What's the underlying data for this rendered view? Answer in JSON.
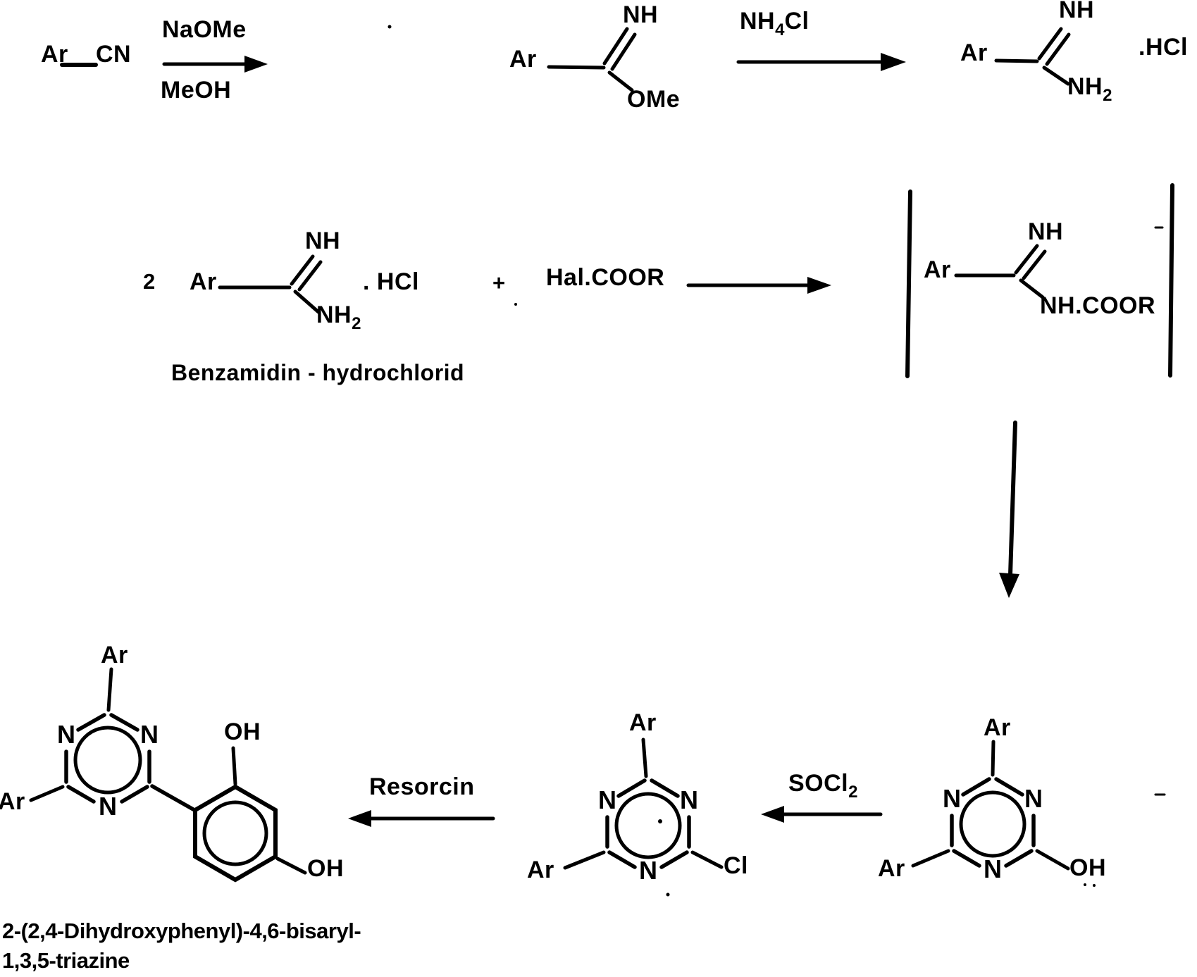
{
  "colors": {
    "background": "#ffffff",
    "ink": "#000000"
  },
  "row1": {
    "nitrile": {
      "ar": "Ar",
      "group": "CN"
    },
    "arrow1": {
      "above": "NaOMe",
      "below": "MeOH"
    },
    "imidate": {
      "ar": "Ar",
      "nh": "NH",
      "ome": "OMe"
    },
    "arrow2_reagent": {
      "base": "NH",
      "sub": "4",
      "rest": "Cl"
    },
    "amidine": {
      "ar": "Ar",
      "nh": "NH",
      "nh2_base": "NH",
      "nh2_sub": "2",
      "salt": ".HCl"
    }
  },
  "row2": {
    "coefficient": "2",
    "amidine": {
      "ar": "Ar",
      "nh": "NH",
      "nh2_base": "NH",
      "nh2_sub": "2",
      "salt": ". HCl"
    },
    "amidine_name": "Benzamidin - hydrochlorid",
    "plus": "+",
    "reagent": "Hal.COOR",
    "intermediate": {
      "ar": "Ar",
      "nh": "NH",
      "carbamate": "NH.COOR"
    }
  },
  "row3": {
    "triazine_oh": {
      "ar_top": "Ar",
      "ar_left": "Ar",
      "n_left": "N",
      "n_right": "N",
      "n_bottom": "N",
      "substituent": "OH"
    },
    "chlorination_reagent": {
      "base": "SOCl",
      "sub": "2"
    },
    "triazine_cl": {
      "ar_top": "Ar",
      "ar_left": "Ar",
      "n_left": "N",
      "n_right": "N",
      "n_bottom": "N",
      "substituent": "Cl"
    },
    "coupling_reagent": "Resorcin",
    "product": {
      "ar_top": "Ar",
      "ar_left": "Ar",
      "n_left": "N",
      "n_right": "N",
      "n_bottom": "N",
      "oh_top": "OH",
      "oh_bottom": "OH"
    },
    "caption_line1": "2-(2,4-Dihydroxyphenyl)-4,6-bisaryl-",
    "caption_line2": "1,3,5-triazine"
  }
}
